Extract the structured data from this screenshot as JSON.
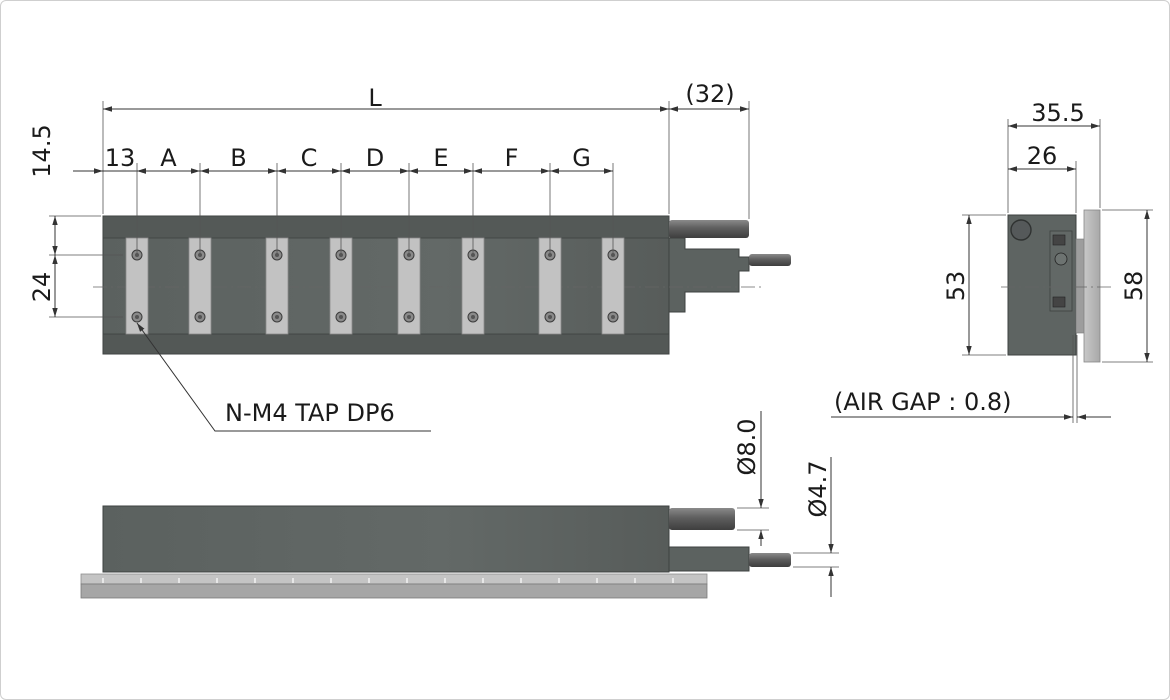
{
  "dimensions": {
    "length": "L",
    "cable_offset": "(32)",
    "first_pitch": "13",
    "pitch_labels": [
      "A",
      "B",
      "C",
      "D",
      "E",
      "F",
      "G"
    ],
    "top_margin": "14.5",
    "hole_spacing": "24",
    "side_total_depth": "35.5",
    "side_body_depth": "26",
    "side_body_height": "53",
    "side_plate_height": "58",
    "cable_dia_large": "Ø8.0",
    "cable_dia_small": "Ø4.7"
  },
  "annotations": {
    "tap_note": "N-M4 TAP DP6",
    "air_gap_note": "(AIR GAP : 0.8)"
  },
  "colors": {
    "body": "#5a605e",
    "body_dark": "#4a4f4d",
    "plate": "#b9b9b9",
    "cable": "#6e6e6e",
    "dim_line": "#333333"
  }
}
